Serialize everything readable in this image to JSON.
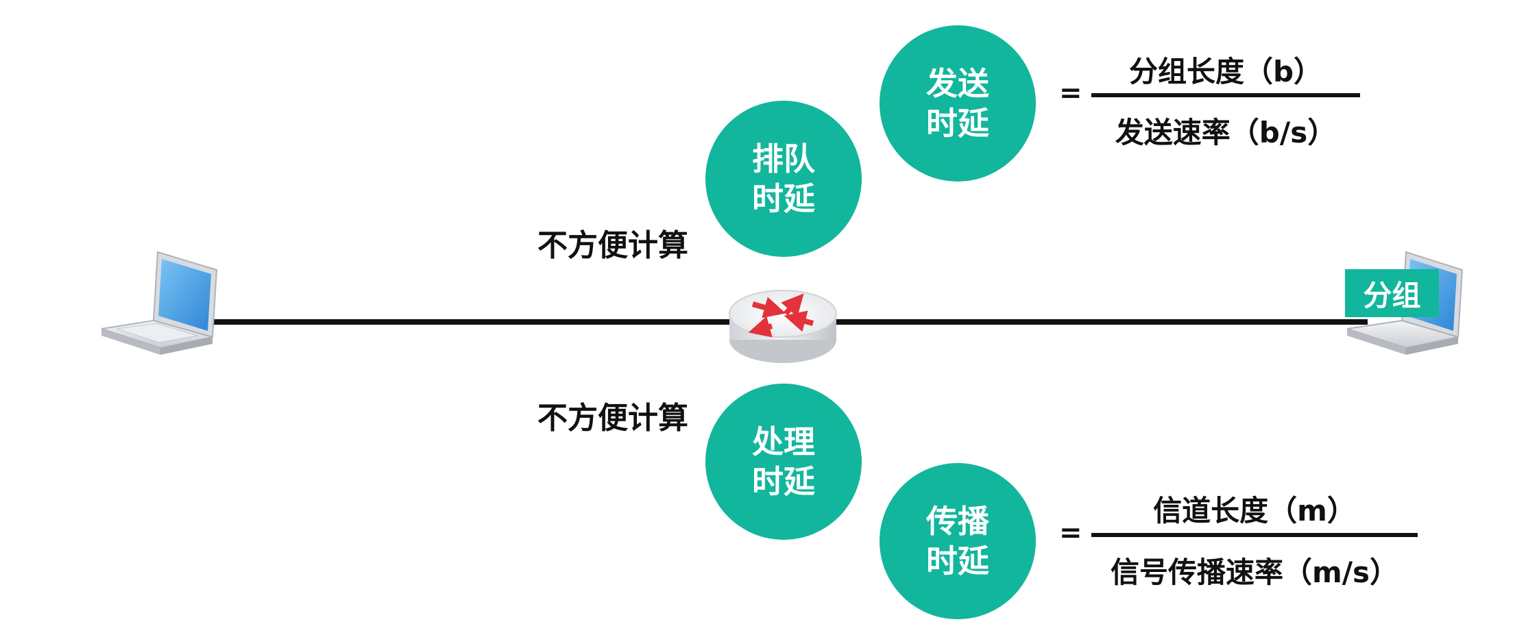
{
  "bubbles": {
    "queue": {
      "line1": "排队",
      "line2": "时延"
    },
    "transmit": {
      "line1": "发送",
      "line2": "时延"
    },
    "process": {
      "line1": "处理",
      "line2": "时延"
    },
    "propagate": {
      "line1": "传播",
      "line2": "时延"
    }
  },
  "notes": {
    "queue_note": "不方便计算",
    "process_note": "不方便计算"
  },
  "formulas": {
    "transmit": {
      "equals": "=",
      "numerator": "分组长度（b）",
      "denominator": "发送速率（b/s）"
    },
    "propagate": {
      "equals": "=",
      "numerator": "信道长度（m）",
      "denominator": "信号传播速率（m/s）"
    }
  },
  "packet_tag": "分组",
  "colors": {
    "accent": "#12b69c",
    "link": "#111111",
    "router_arrow": "#e2333a"
  },
  "icons": {
    "left_host": "laptop-icon",
    "right_host": "laptop-icon",
    "router": "router-icon"
  }
}
